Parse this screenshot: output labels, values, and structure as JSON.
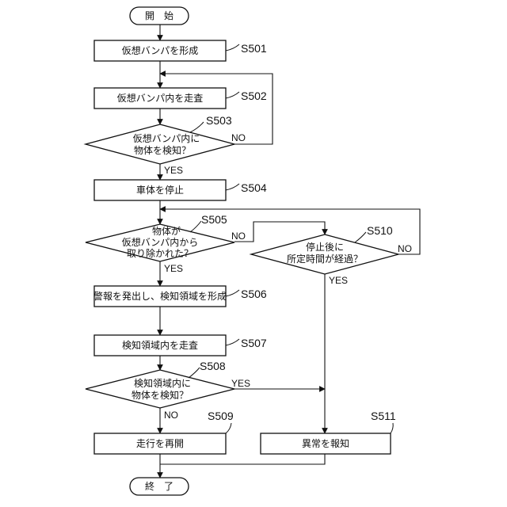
{
  "nodes": {
    "start": {
      "text": "開　始"
    },
    "s501": {
      "step": "S501",
      "text": "仮想バンパを形成"
    },
    "s502": {
      "step": "S502",
      "text": "仮想バンパ内を走査"
    },
    "s503": {
      "step": "S503",
      "line1": "仮想バンパ内に",
      "line2": "物体を検知？"
    },
    "s504": {
      "step": "S504",
      "text": "車体を停止"
    },
    "s505": {
      "step": "S505",
      "line1": "物体が",
      "line2": "仮想バンパ内から",
      "line3": "取り除かれた？"
    },
    "s506": {
      "step": "S506",
      "text": "警報を発出し、検知領域を形成"
    },
    "s507": {
      "step": "S507",
      "text": "検知領域内を走査"
    },
    "s508": {
      "step": "S508",
      "line1": "検知領域内に",
      "line2": "物体を検知？"
    },
    "s509": {
      "step": "S509",
      "text": "走行を再開"
    },
    "s510": {
      "step": "S510",
      "line1": "停止後に",
      "line2": "所定時間が経過？"
    },
    "s511": {
      "step": "S511",
      "text": "異常を報知"
    },
    "end": {
      "text": "終　了"
    }
  },
  "edges": {
    "s503_no": "NO",
    "s503_yes": "YES",
    "s505_no": "NO",
    "s505_yes": "YES",
    "s510_no": "NO",
    "s510_yes": "YES",
    "s508_yes": "YES",
    "s508_no": "NO"
  }
}
